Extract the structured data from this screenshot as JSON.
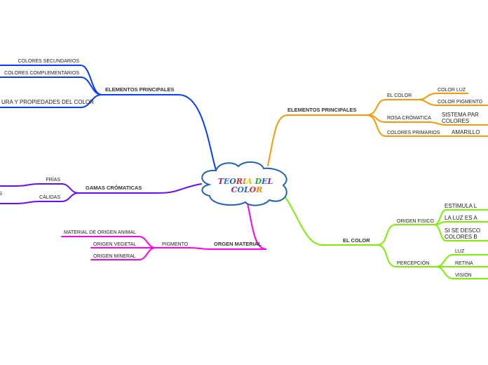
{
  "central": {
    "title_line1": "TEORIA DEL",
    "title_line2": "COLOR",
    "letter_colors": [
      "#a0206a",
      "#2c6fd0",
      "#1f5fc0",
      "#d02a3a",
      "#f08a00",
      "#e8c400",
      "#2aa83a",
      "#2c60d0",
      "#7a2ab0"
    ],
    "border_color": "#1e64b4"
  },
  "branches": {
    "blue": {
      "color": "#0a3cff",
      "label": "ELEMENTOS PRINCIPALES",
      "children": [
        "COLORES SECUNDARIOS",
        "COLORES COMPLEMENTARIOS",
        "URA Y PROPIEDADES DEL COLOR"
      ]
    },
    "orange": {
      "color": "#ff9800",
      "label": "ELEMENTOS PRINCIPALES",
      "children": [
        {
          "label": "EL COLOR",
          "children": [
            "COLOR LUZ",
            "COLOR PIGMENTO"
          ]
        },
        {
          "label": "ROSA CRÓMATICA",
          "children": [
            "SISTEMA PAR",
            "COLORES"
          ]
        },
        {
          "label": "COLORES PRIMARIOS",
          "children": [
            "AMARILLO"
          ]
        }
      ]
    },
    "green": {
      "color": "#7cf000",
      "label": "EL COLOR",
      "children": [
        {
          "label": "ORIGEN FISICO",
          "children": [
            "ESTIMULA L",
            "LA LUZ ES A",
            "SI SE DESCO",
            "COLORES B"
          ]
        },
        {
          "label": "PERCEPCIÓN",
          "children": [
            "LUZ",
            "RETINA",
            "VISIÓN"
          ]
        }
      ]
    },
    "purple": {
      "color": "#6a0dff",
      "label": "GAMAS CRÓMATICAS",
      "children": [
        "FRÍAS",
        "CÁLIDAS"
      ],
      "offscreen_fragment": "S"
    },
    "magenta": {
      "color": "#ff00f0",
      "label": "ORGEN MATERIAL",
      "children": [
        {
          "label": "PIGMENTO",
          "children": [
            "MATERIAL DE ORIGEN ANIMAL",
            "ORIGEN VEGETAL",
            "ORIGEN MINERAL"
          ]
        }
      ]
    }
  }
}
